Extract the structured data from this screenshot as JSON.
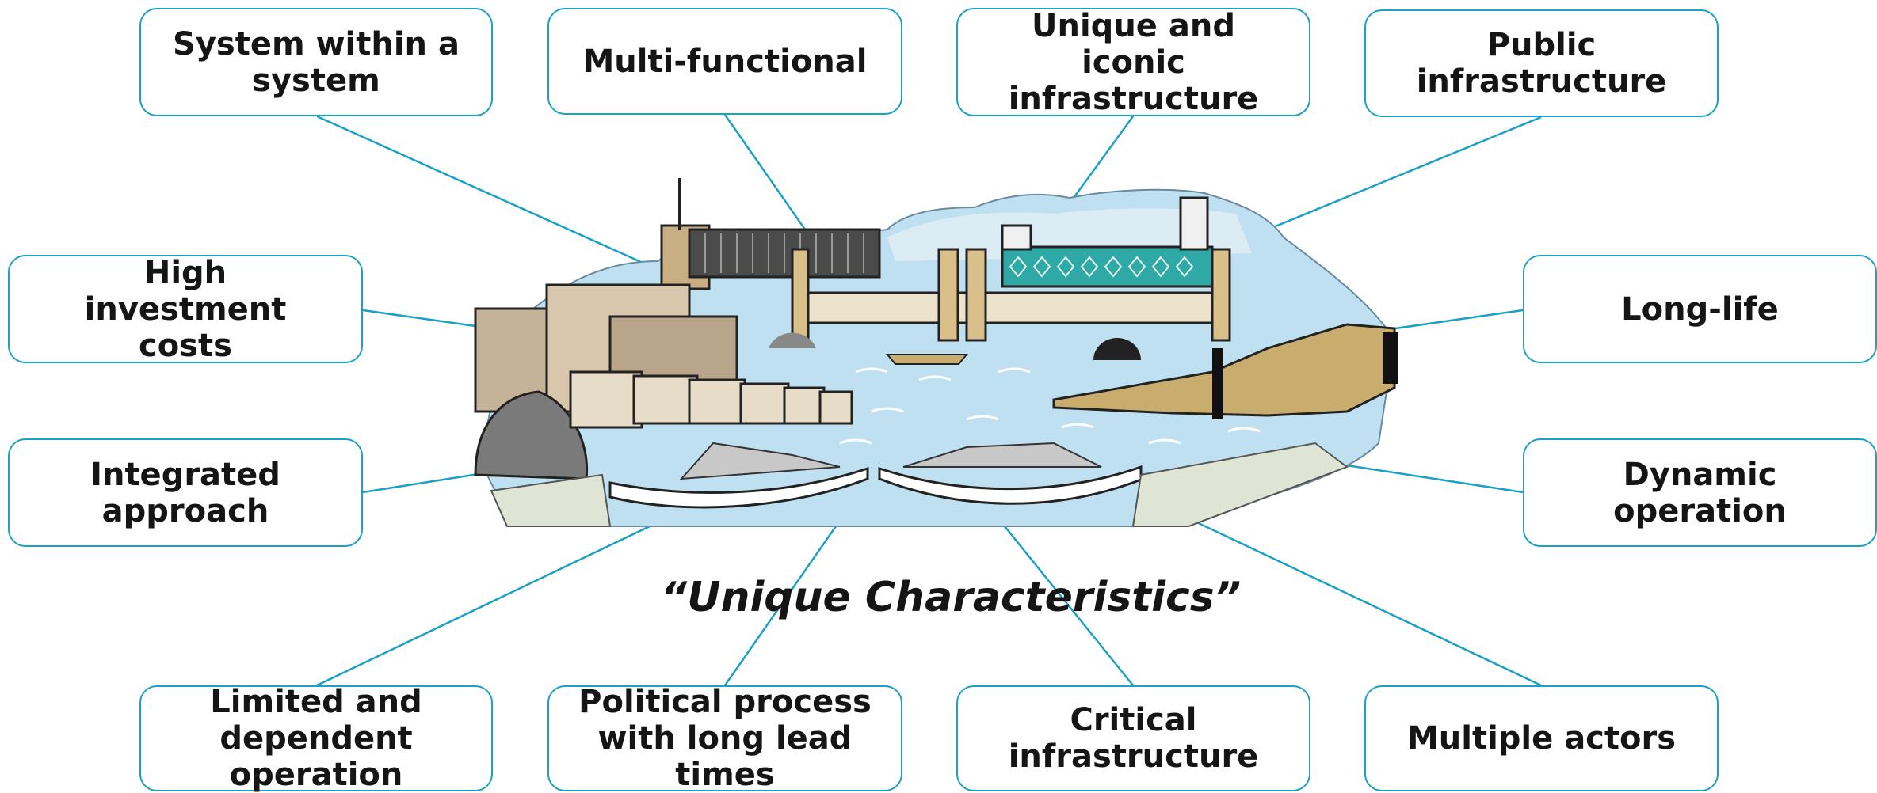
{
  "caption": "“Unique Characteristics”",
  "colors": {
    "accent": "#1ba0c6",
    "text": "#151515"
  },
  "illustration": "storm surge barrier and sluice complex drawing",
  "characteristics": [
    {
      "id": "system-within-a-system",
      "label": "System within a\nsystem"
    },
    {
      "id": "multi-functional",
      "label": "Multi-functional"
    },
    {
      "id": "unique-and-iconic-infrastructure",
      "label": "Unique and\niconic\ninfrastructure"
    },
    {
      "id": "public-infrastructure",
      "label": "Public\ninfrastructure"
    },
    {
      "id": "high-investment-costs",
      "label": "High\ninvestment\ncosts"
    },
    {
      "id": "long-life",
      "label": "Long-life"
    },
    {
      "id": "integrated-approach",
      "label": "Integrated\napproach"
    },
    {
      "id": "dynamic-operation",
      "label": "Dynamic\noperation"
    },
    {
      "id": "limited-and-dependent-operation",
      "label": "Limited and\ndependent\noperation"
    },
    {
      "id": "political-process",
      "label": "Political process\nwith long lead\ntimes"
    },
    {
      "id": "critical-infrastructure",
      "label": "Critical\ninfrastructure"
    },
    {
      "id": "multiple-actors",
      "label": "Multiple actors"
    }
  ]
}
